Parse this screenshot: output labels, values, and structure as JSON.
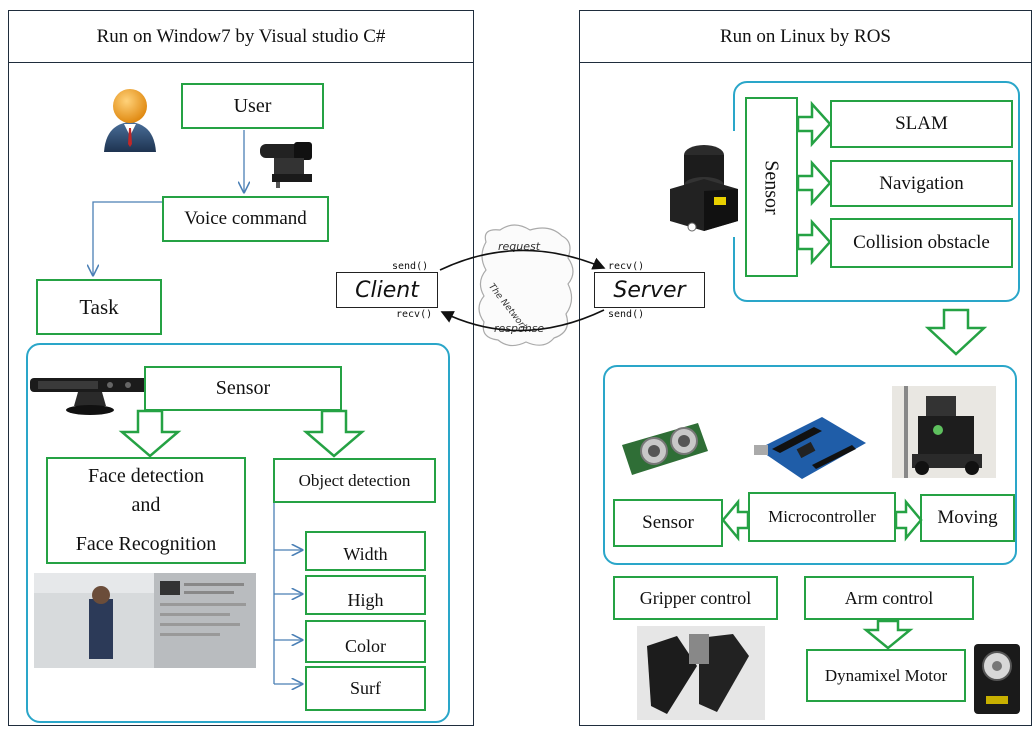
{
  "left_panel": {
    "title": "Run on Window7 by Visual studio C#",
    "user": "User",
    "voice_command": "Voice command",
    "task": "Task",
    "sensor": "Sensor",
    "face_line1": "Face detection",
    "face_line2": "and",
    "face_line3": "Face Recognition",
    "object_detection": "Object detection",
    "features": [
      "Width",
      "High",
      "Color",
      "Surf"
    ]
  },
  "network": {
    "client": "Client",
    "server": "Server",
    "request": "request",
    "response": "response",
    "cloud": "The Network",
    "client_send": "send()",
    "client_recv": "recv()",
    "server_recv": "recv()",
    "server_send": "send()"
  },
  "right_panel": {
    "title": "Run on Linux by ROS",
    "sensor_vertical": "Sensor",
    "slam": "SLAM",
    "navigation": "Navigation",
    "collision": "Collision obstacle",
    "sensor": "Sensor",
    "microcontroller": "Microcontroller",
    "moving": "Moving",
    "gripper": "Gripper control",
    "arm": "Arm control",
    "motor": "Dynamixel Motor"
  },
  "colors": {
    "green_box": "#25a244",
    "blue_frame": "#2aa6c9",
    "arrow_blue": "#4a7fb5",
    "panel_border": "#1f2d3d"
  }
}
